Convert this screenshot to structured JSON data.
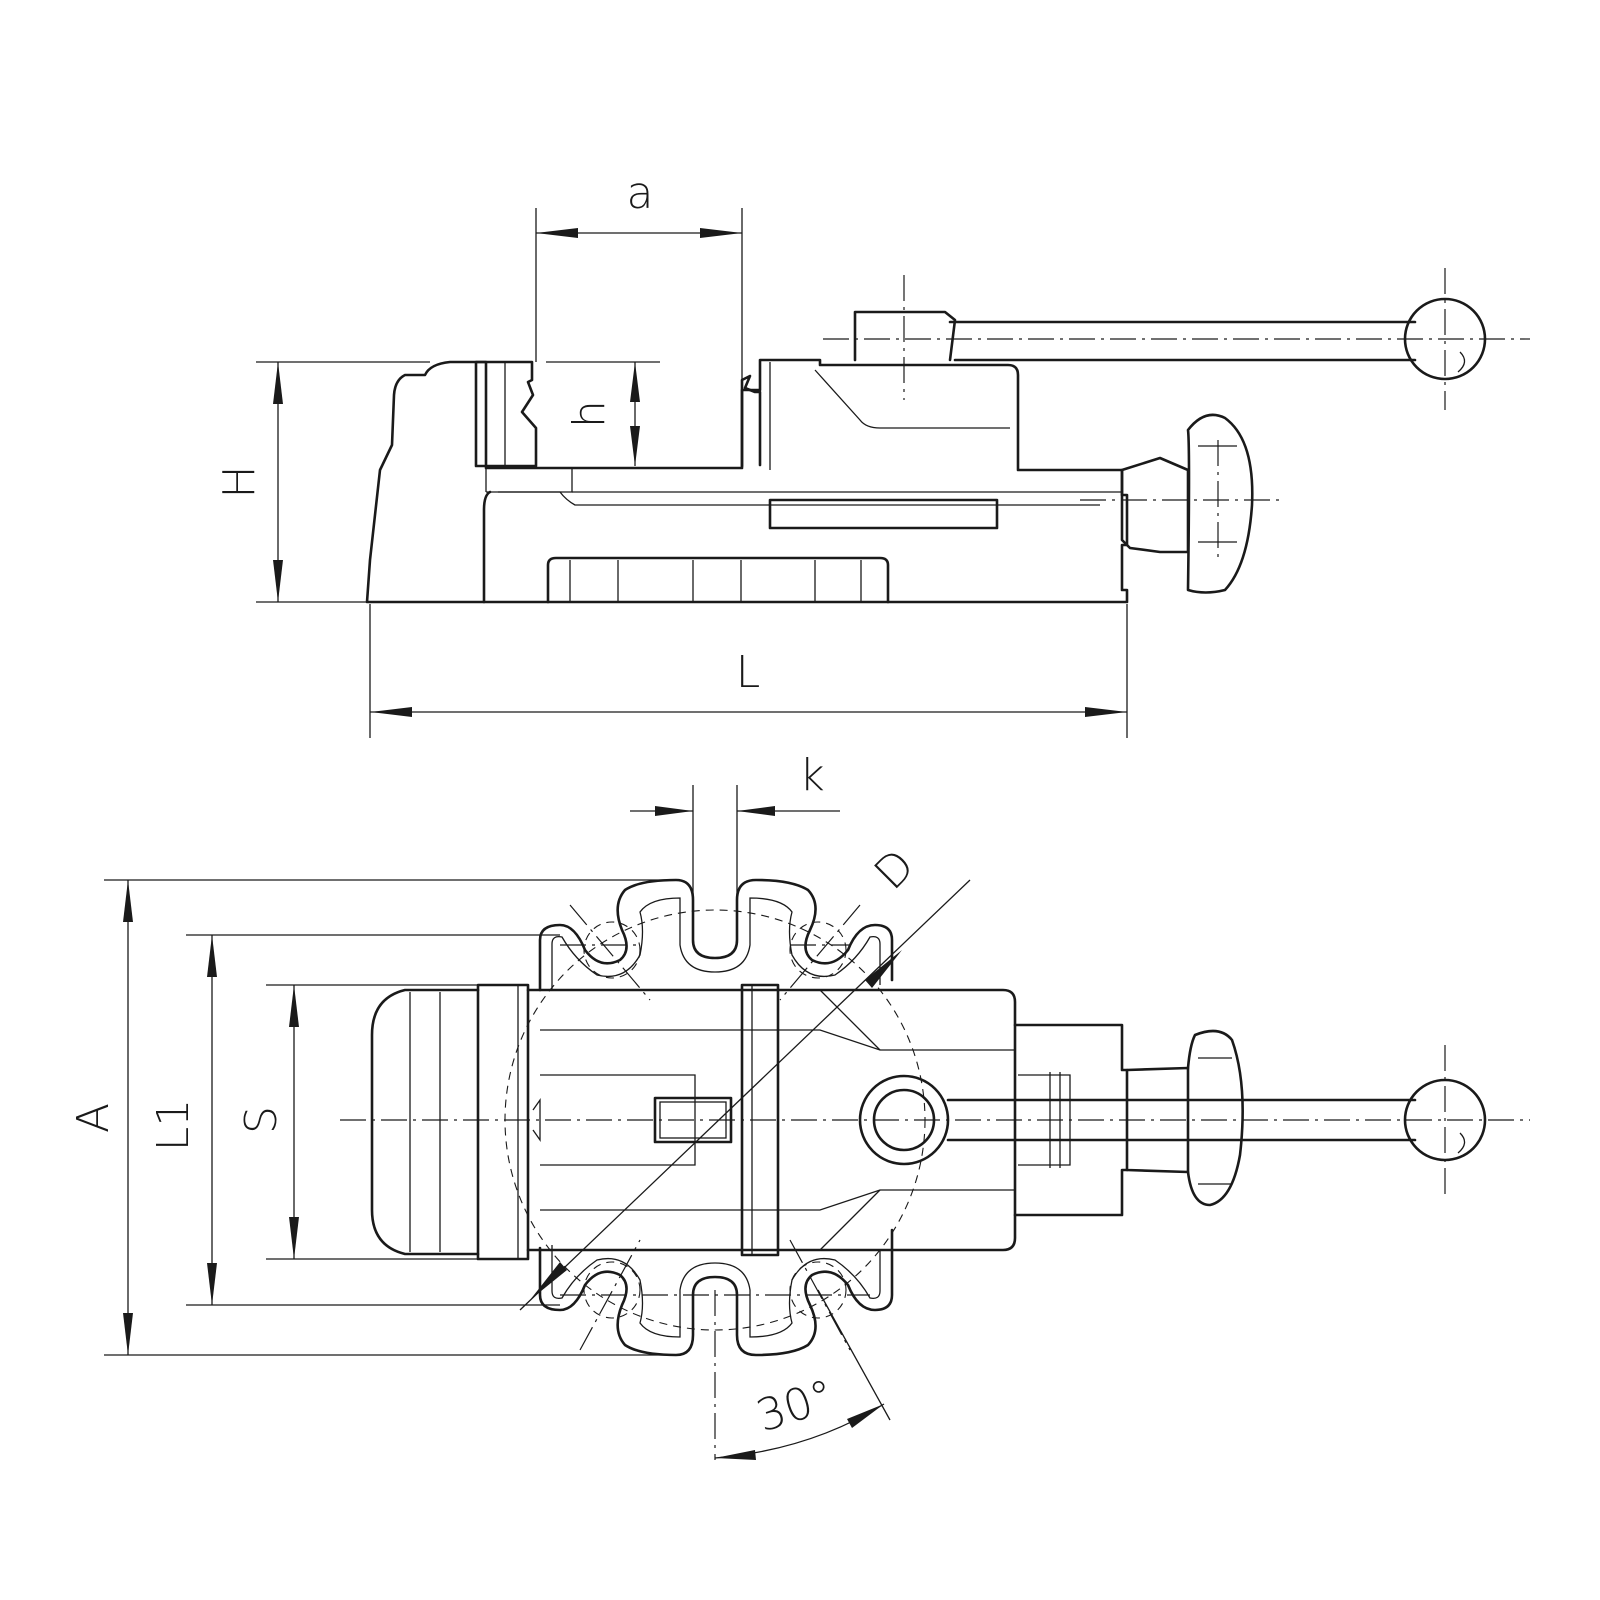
{
  "side_view": {
    "dim_a": "a",
    "dim_h": "h",
    "dim_H": "H",
    "dim_L": "L"
  },
  "top_view": {
    "dim_k": "k",
    "dim_D": "D",
    "dim_A": "A",
    "dim_L1": "L1",
    "dim_S": "S",
    "angle": "30°"
  }
}
